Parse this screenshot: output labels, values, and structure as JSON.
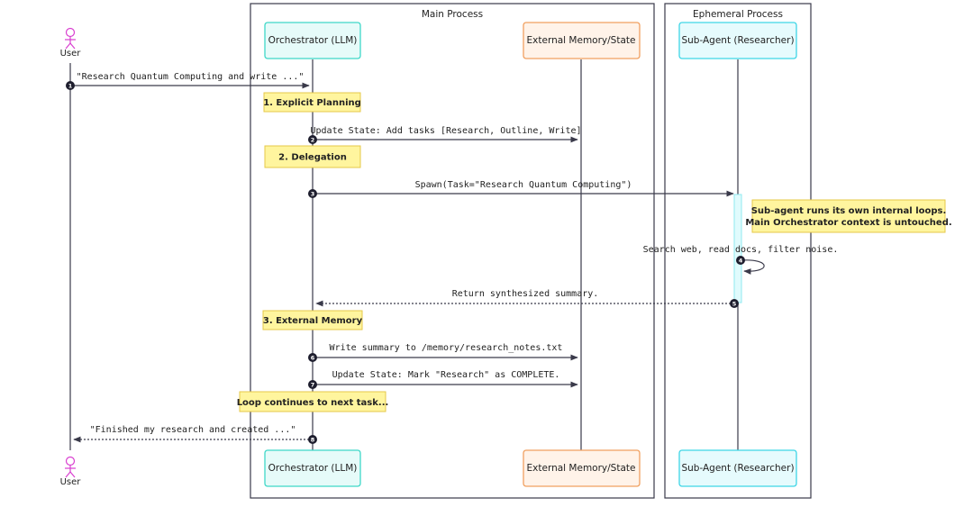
{
  "groups": [
    {
      "title": "Main Process"
    },
    {
      "title": "Ephemeral Process"
    }
  ],
  "actor": {
    "label": "User"
  },
  "participants": [
    {
      "label": "Orchestrator (LLM)"
    },
    {
      "label": "External Memory/State"
    },
    {
      "label": "Sub-Agent (Researcher)"
    }
  ],
  "messages": [
    {
      "num": "1",
      "text": "\"Research Quantum Computing and write ...\""
    },
    {
      "num": "2",
      "text": "Update State: Add tasks [Research, Outline, Write]"
    },
    {
      "num": "3",
      "text": "Spawn(Task=\"Research Quantum Computing\")"
    },
    {
      "num": "4",
      "text": "Search web, read docs, filter noise."
    },
    {
      "num": "5",
      "text": "Return synthesized summary."
    },
    {
      "num": "6",
      "text": "Write summary to /memory/research_notes.txt"
    },
    {
      "num": "7",
      "text": "Update State: Mark \"Research\" as COMPLETE."
    },
    {
      "num": "8",
      "text": "\"Finished my research and created ...\""
    }
  ],
  "notes": [
    {
      "text": "1. Explicit Planning"
    },
    {
      "text": "2. Delegation"
    },
    {
      "text": "3. External Memory"
    },
    {
      "text": "Loop continues to next task..."
    },
    {
      "line1": "Sub-agent runs its own internal loops.",
      "line2": "Main Orchestrator context is untouched."
    }
  ],
  "colors": {
    "orchestrator_fill": "#e6fbf9",
    "orchestrator_stroke": "#3fd8c8",
    "memory_fill": "#fff3e9",
    "memory_stroke": "#f0a060",
    "subagent_fill": "#e6fbfd",
    "subagent_stroke": "#3fd6e6",
    "note_fill": "#fff59e",
    "note_stroke": "#e6c84a",
    "actor": "#d93fd0",
    "line": "#3a3a4a",
    "activation": "#e0fbfd"
  }
}
